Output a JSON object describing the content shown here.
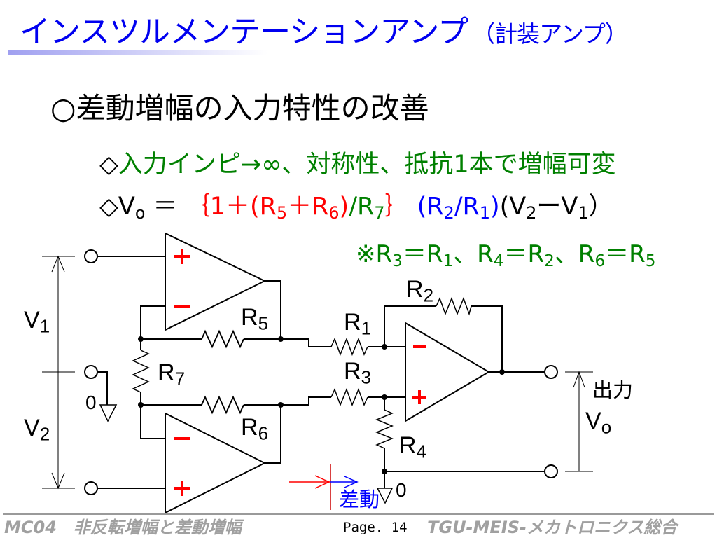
{
  "title": {
    "main": "インスツルメンテーションアンプ",
    "sub": "（計装アンプ）"
  },
  "heading": "○差動増幅の入力特性の改善",
  "line1": [
    {
      "text": "◇",
      "color": "#000000"
    },
    {
      "text": "入力インピ→∞、対称性、抵抗1本で増幅可変",
      "color": "#008000"
    }
  ],
  "formula": [
    {
      "text": "◇V",
      "color": "#000000"
    },
    {
      "text": "o",
      "color": "#000000",
      "sub": true
    },
    {
      "text": " ＝ ",
      "color": "#000000"
    },
    {
      "text": "｛1＋(R",
      "color": "#ff0000"
    },
    {
      "text": "5",
      "color": "#ff0000",
      "sub": true
    },
    {
      "text": "＋R",
      "color": "#ff0000"
    },
    {
      "text": "6",
      "color": "#ff0000",
      "sub": true
    },
    {
      "text": ")",
      "color": "#ff0000"
    },
    {
      "text": "/R",
      "color": "#008000"
    },
    {
      "text": "7",
      "color": "#008000",
      "sub": true
    },
    {
      "text": "｝",
      "color": "#ff0000"
    },
    {
      "text": " (R",
      "color": "#0000ff"
    },
    {
      "text": "2",
      "color": "#0000ff",
      "sub": true
    },
    {
      "text": "/R",
      "color": "#0000ff"
    },
    {
      "text": "1",
      "color": "#0000ff",
      "sub": true
    },
    {
      "text": ")",
      "color": "#0000ff"
    },
    {
      "text": "(V",
      "color": "#000000"
    },
    {
      "text": "2",
      "color": "#000000",
      "sub": true
    },
    {
      "text": "ーV",
      "color": "#000000"
    },
    {
      "text": "1",
      "color": "#000000",
      "sub": true
    },
    {
      "text": "）",
      "color": "#000000"
    }
  ],
  "note": [
    {
      "text": "※R"
    },
    {
      "text": "3",
      "sub": true
    },
    {
      "text": "＝R"
    },
    {
      "text": "1",
      "sub": true
    },
    {
      "text": "、R"
    },
    {
      "text": "4",
      "sub": true
    },
    {
      "text": "＝R"
    },
    {
      "text": "2",
      "sub": true
    },
    {
      "text": "、R"
    },
    {
      "text": "6",
      "sub": true
    },
    {
      "text": "＝R"
    },
    {
      "text": "5",
      "sub": true
    }
  ],
  "note_color": "#008000",
  "circuit": {
    "labels": {
      "V1": {
        "base": "V",
        "sub": "1"
      },
      "V2": {
        "base": "V",
        "sub": "2"
      },
      "R1": {
        "base": "R",
        "sub": "1"
      },
      "R2": {
        "base": "R",
        "sub": "2"
      },
      "R3": {
        "base": "R",
        "sub": "3"
      },
      "R4": {
        "base": "R",
        "sub": "4"
      },
      "R5": {
        "base": "R",
        "sub": "5"
      },
      "R6": {
        "base": "R",
        "sub": "6"
      },
      "R7": {
        "base": "R",
        "sub": "7"
      },
      "Vo": {
        "base": "V",
        "sub": "o"
      }
    },
    "ground_left": "0",
    "ground_right": "0",
    "output_label": "出力",
    "diff_label": "差動",
    "plus": "+",
    "minus": "−"
  },
  "footer": {
    "left": "MC04　非反転増幅と差動増幅",
    "page": "Page. 14",
    "right": "TGU-MEIS-メカトロニクス総合"
  }
}
